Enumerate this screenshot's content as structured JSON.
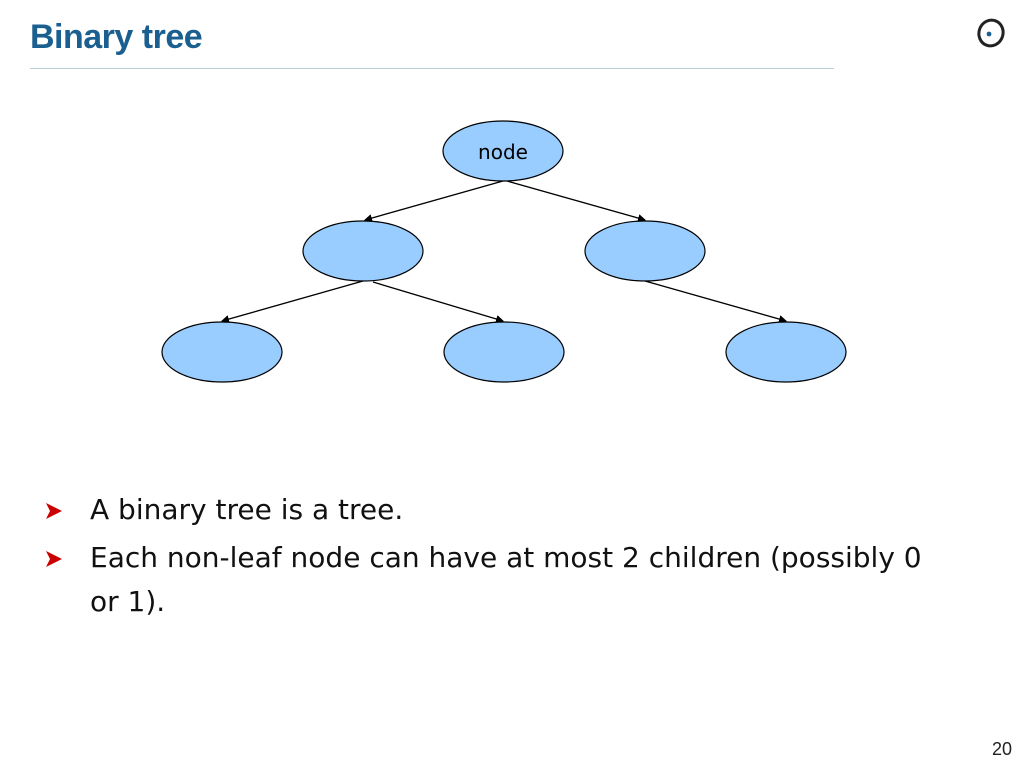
{
  "slide": {
    "title": "Binary tree",
    "page_number": "20"
  },
  "diagram": {
    "root_label": "node",
    "node_fill": "#99ccff",
    "node_stroke": "#000000"
  },
  "bullets": [
    {
      "text": "A binary tree is a tree."
    },
    {
      "text": "Each non-leaf node can have at most 2 children (possibly 0 or 1)."
    }
  ],
  "logo": {
    "icon": "eiffel-logo-icon"
  },
  "bullet_icon": {
    "icon": "arrowhead-bullet-icon",
    "color": "#cc0000"
  }
}
